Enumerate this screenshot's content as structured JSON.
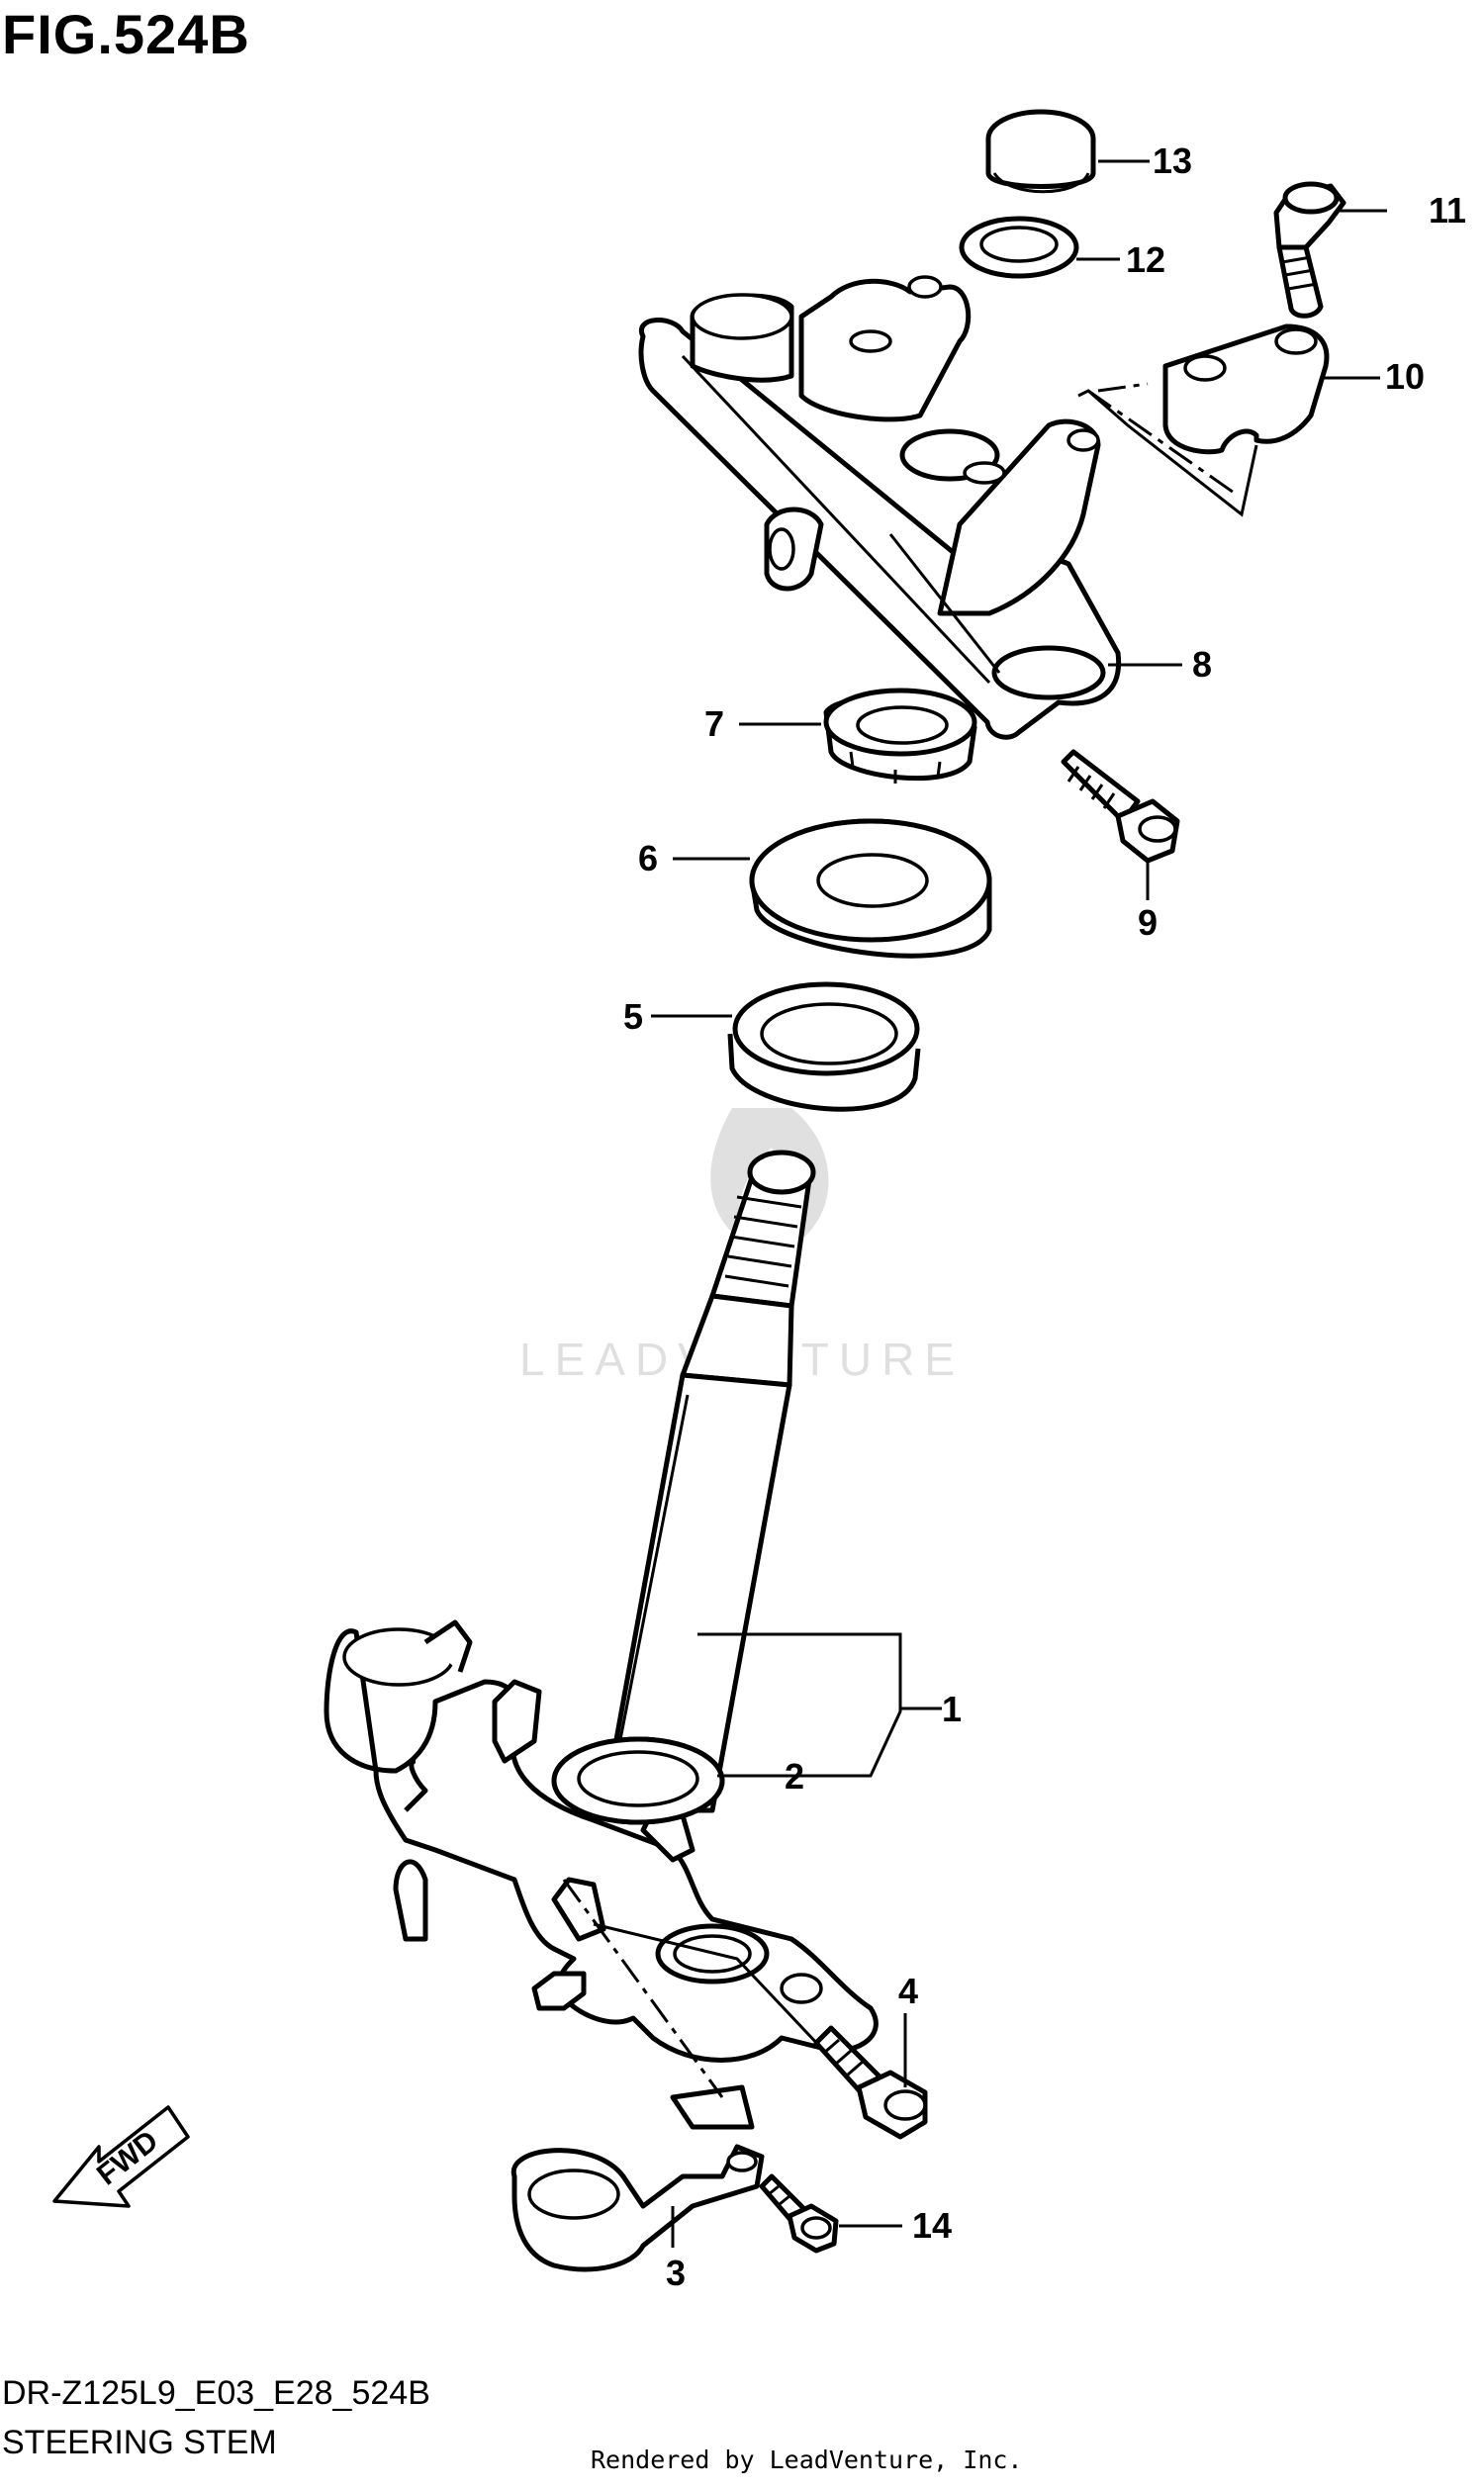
{
  "figure": {
    "title": "FIG.524B",
    "model_code": "DR-Z125L9_E03_E28_524B",
    "subtitle": "STEERING STEM",
    "credit": "Rendered by LeadVenture, Inc.",
    "watermark": "LEADVENTURE"
  },
  "callouts": [
    "1",
    "2",
    "3",
    "4",
    "5",
    "6",
    "7",
    "8",
    "9",
    "10",
    "11",
    "12",
    "13",
    "14"
  ],
  "direction_badge": "FWD"
}
